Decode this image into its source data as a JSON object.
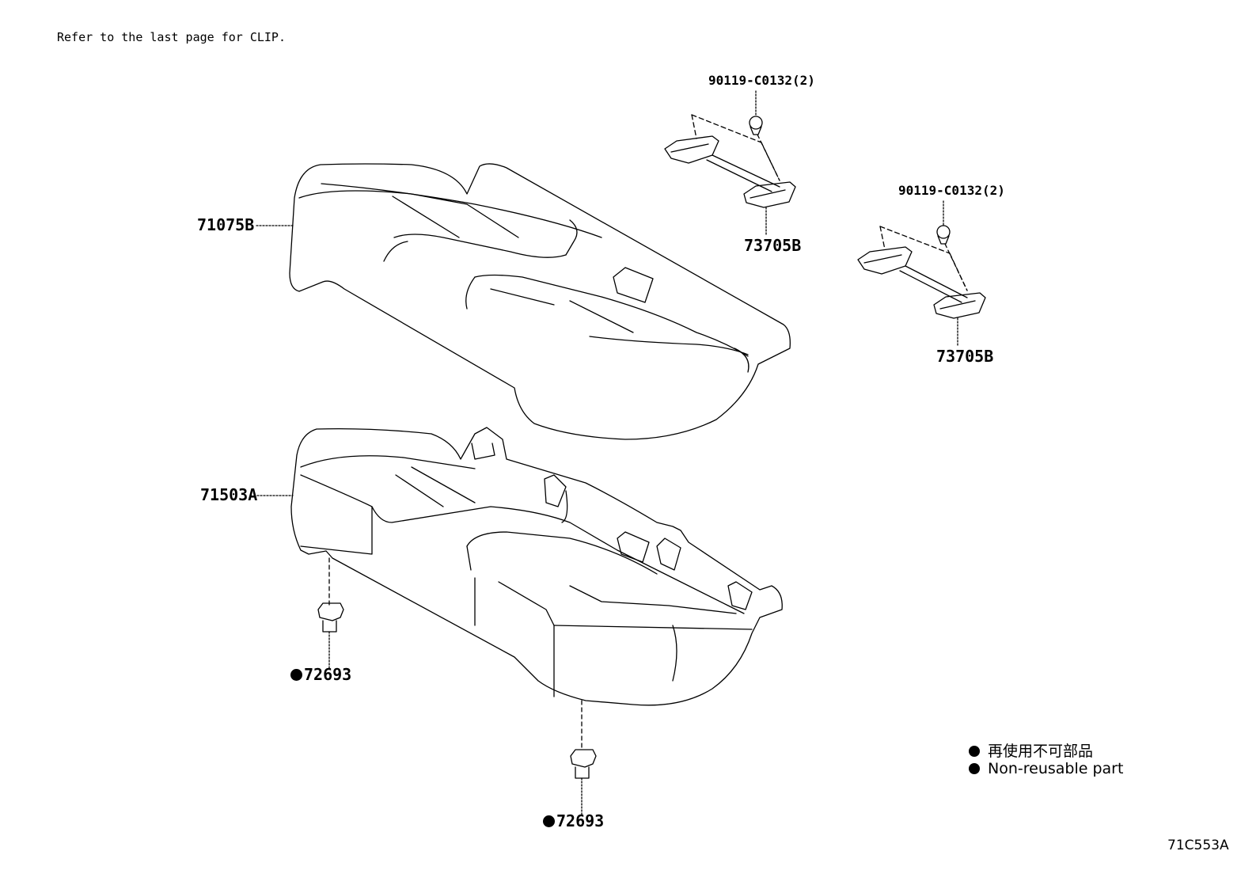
{
  "note": "Refer to the last page for CLIP.",
  "callouts": {
    "cushion_cover": "71075B",
    "cushion_pad": "71503A",
    "bolt_1": "90119-C0132(2)",
    "bolt_2": "90119-C0132(2)",
    "bracket_1": "73705B",
    "bracket_2": "73705B",
    "clip_1": "72693",
    "clip_2": "72693"
  },
  "legend": {
    "japanese": "再使用不可部品",
    "english": "Non-reusable part"
  },
  "figure_id": "71C553A"
}
